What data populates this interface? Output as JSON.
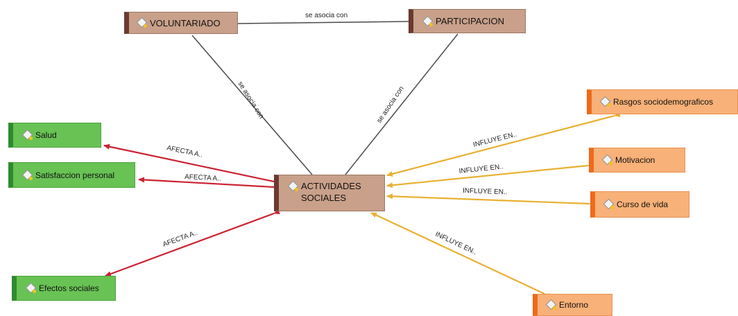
{
  "nodes": {
    "voluntariado": {
      "label": "VOLUNTARIADO",
      "icon": "concept-icon"
    },
    "participacion": {
      "label": "PARTICIPACION",
      "icon": "concept-icon"
    },
    "actividades": {
      "label": "ACTIVIDADES SOCIALES",
      "icon": "concept-icon"
    },
    "salud": {
      "label": "Salud",
      "icon": "concept-icon"
    },
    "satisfaccion": {
      "label": "Satisfaccion personal",
      "icon": "concept-icon"
    },
    "efectos": {
      "label": "Efectos sociales",
      "icon": "concept-icon"
    },
    "rasgos": {
      "label": "Rasgos sociodemograficos",
      "icon": "concept-icon"
    },
    "motivacion": {
      "label": "Motivacion",
      "icon": "concept-icon"
    },
    "curso": {
      "label": "Curso de vida",
      "icon": "concept-icon"
    },
    "entorno": {
      "label": "Entorno",
      "icon": "concept-icon"
    }
  },
  "edges": {
    "vol_part": "se asocia con",
    "vol_act": "se asocia con",
    "part_act": "se asocia con",
    "act_salud": "AFECTA A..",
    "act_satisf": "AFECTA A..",
    "act_efectos": "AFECTA A..",
    "rasgos_act": "INFLUYE EN..",
    "motiv_act": "INFLUYE EN..",
    "curso_act": "INFLUYE EN..",
    "entorno_act": "INFLUYE EN.."
  },
  "colors": {
    "association_line": "#4a4a4a",
    "affects_arrow": "#cc2233",
    "influences_arrow": "#e8b030"
  }
}
